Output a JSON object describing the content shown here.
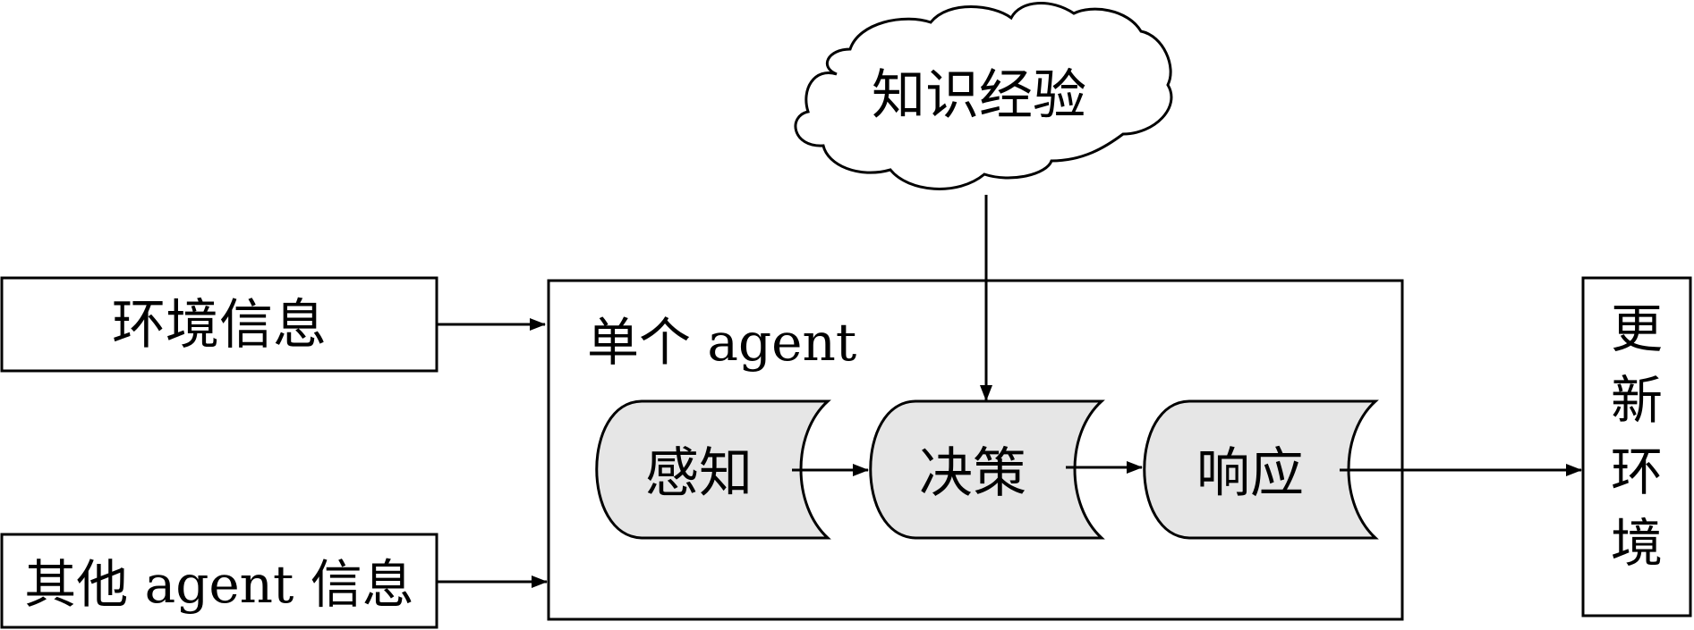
{
  "colors": {
    "stroke": "#000000",
    "node_fill": "#e6e6e6",
    "background": "#ffffff"
  },
  "inputs": {
    "env_info": "环境信息",
    "other_agent_info": "其他 agent 信息"
  },
  "knowledge": {
    "label": "知识经验"
  },
  "agent": {
    "title": "单个 agent",
    "stages": [
      {
        "label": "感知"
      },
      {
        "label": "决策"
      },
      {
        "label": "响应"
      }
    ]
  },
  "output": {
    "chars": [
      "更",
      "新",
      "环",
      "境"
    ]
  }
}
